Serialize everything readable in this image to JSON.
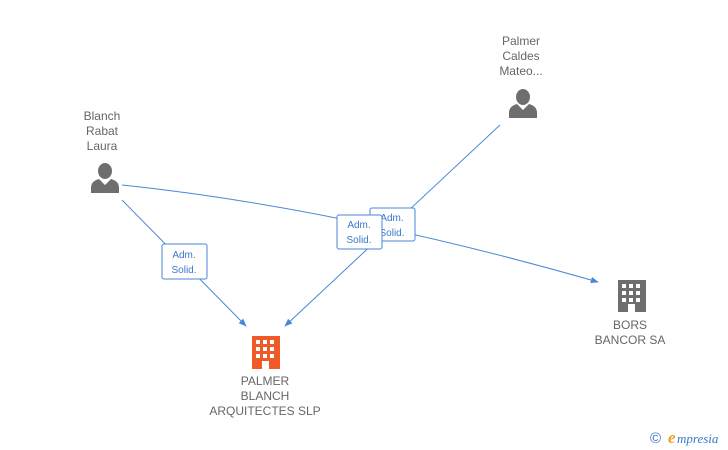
{
  "nodes": {
    "blanch": {
      "lines": [
        "Blanch",
        "Rabat",
        "Laura"
      ]
    },
    "palmer_person": {
      "lines": [
        "Palmer",
        "Caldes",
        "Mateo..."
      ]
    },
    "palmer_company": {
      "lines": [
        "PALMER",
        "BLANCH",
        "ARQUITECTES SLP"
      ]
    },
    "bors": {
      "lines": [
        "BORS",
        "BANCOR SA"
      ]
    }
  },
  "edges": [
    {
      "from": "Blanch Rabat Laura",
      "to": "PALMER BLANCH ARQUITECTES SLP",
      "label": [
        "Adm.",
        "Solid."
      ]
    },
    {
      "from": "Palmer Caldes Mateo...",
      "to": "PALMER BLANCH ARQUITECTES SLP",
      "label": [
        "Adm.",
        "Solid."
      ]
    },
    {
      "from": "Blanch Rabat Laura",
      "to": "BORS BANCOR SA",
      "label": [
        "Adm.",
        "Solid."
      ]
    }
  ],
  "colors": {
    "edge": "#4a86d8",
    "person": "#6e6e6e",
    "company_main": "#f05a28",
    "company_other": "#6e6e6e"
  },
  "footer": {
    "copyright": "©",
    "brand_initial": "e",
    "brand_rest": "mpresia"
  }
}
